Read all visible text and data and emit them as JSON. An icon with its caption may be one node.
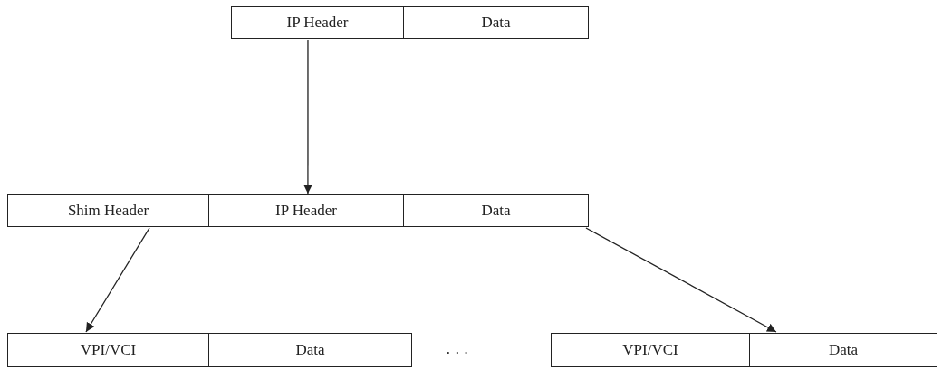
{
  "diagram": {
    "nodes": [
      {
        "text": [
          "IP Header"
        ]
      },
      {
        "text": [
          "Data"
        ]
      },
      {
        "text": [
          "Shim Header"
        ]
      },
      {
        "text": [
          "IP Header"
        ]
      },
      {
        "text": [
          "Data"
        ]
      },
      {
        "text": [
          "VPI/VCI"
        ]
      },
      {
        "text": [
          "Data"
        ]
      },
      {
        "text": [
          "VPI/VCI"
        ]
      },
      {
        "text": [
          "Data"
        ]
      }
    ],
    "edges": [
      {
        "from": 0,
        "to": 3,
        "arrow": "to"
      },
      {
        "from": 2,
        "to": 5,
        "arrow": "to"
      },
      {
        "from": 4,
        "to": 8,
        "arrow": "to"
      }
    ],
    "labels": [
      "· · ·"
    ]
  }
}
